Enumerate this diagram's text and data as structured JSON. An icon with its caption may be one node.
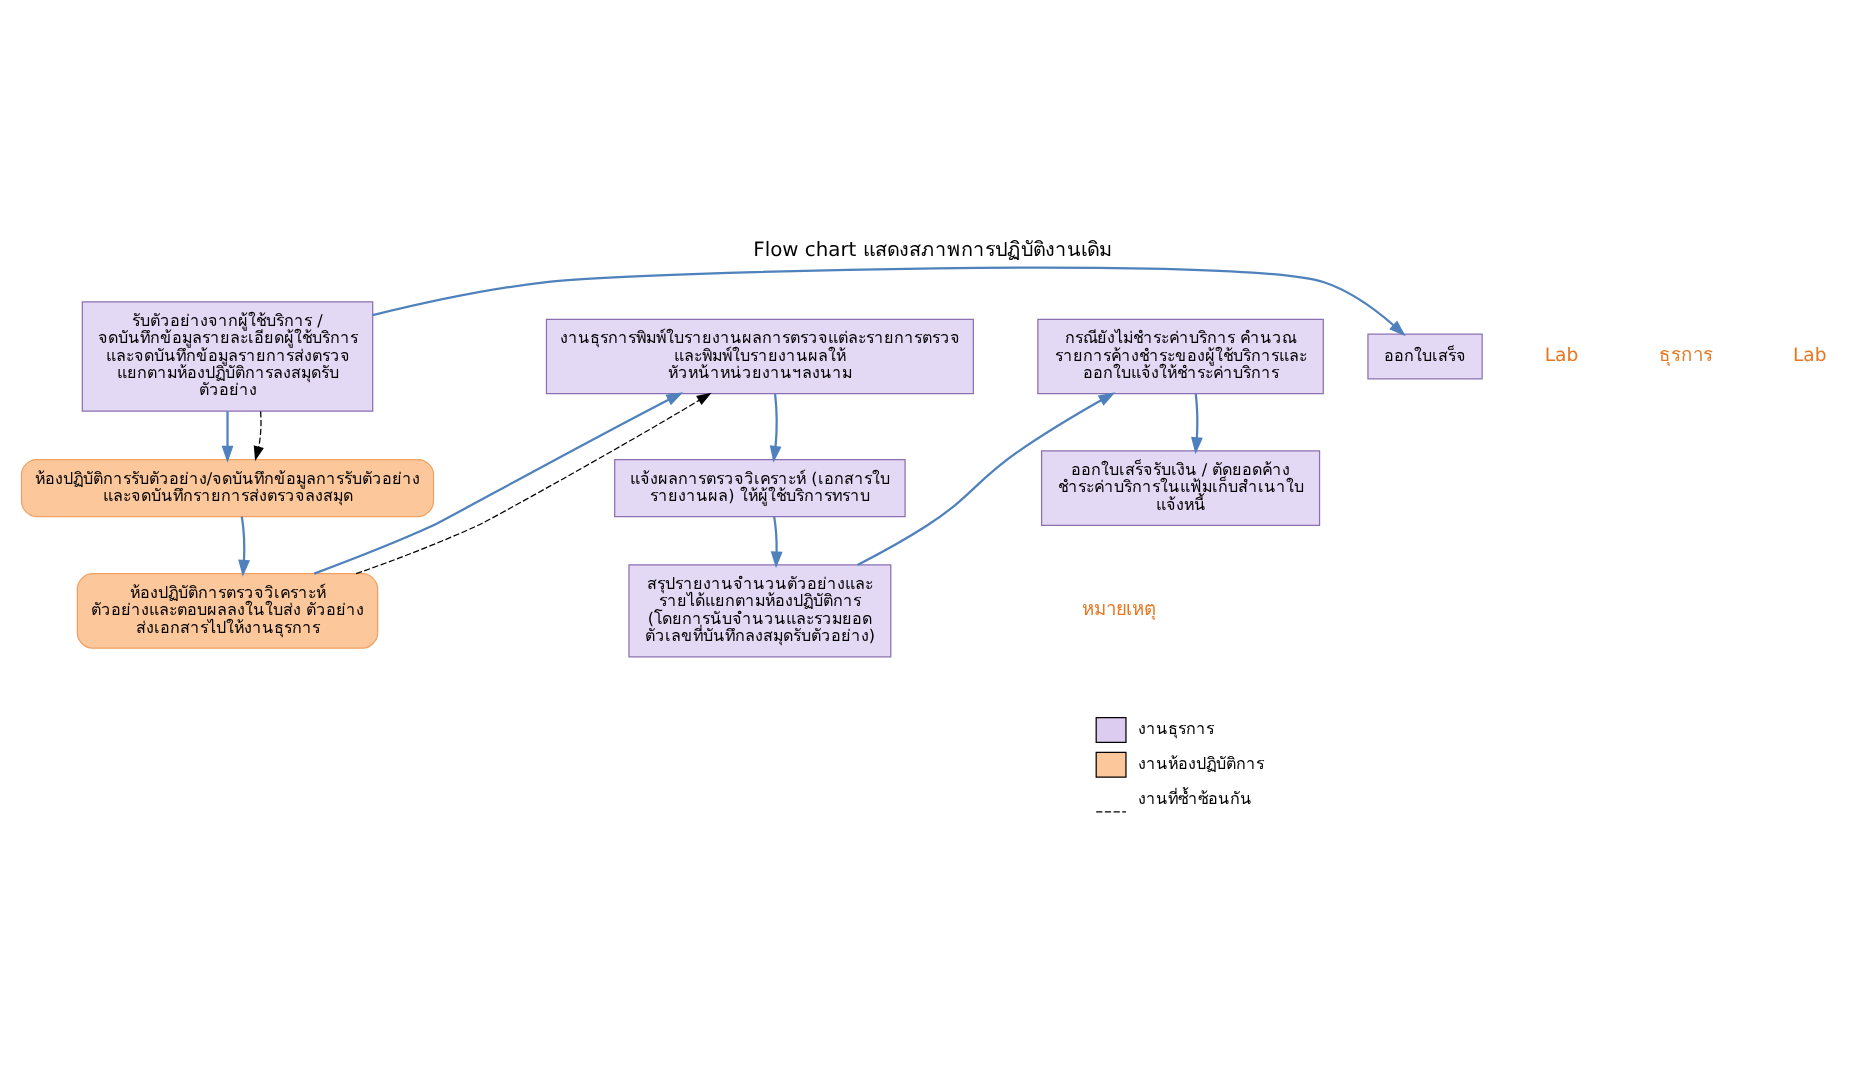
{
  "diagram": {
    "title": "Flow chart แสดงสภาพการปฏิบัติงานเดิม",
    "nodes": [
      {
        "text": [
          "รับตัวอย่างจากผู้ใช้บริการ / จดบันทึกข้อมูลรายละเอียดผู้ใช้บริการ และจดบันทึกข้อมูลรายการส่งตรวจ แยกตามห้องปฏิบัติการลงสมุดรับ ตัวอย่าง"
        ]
      },
      {
        "text": [
          "ออกใบเสร็จ"
        ]
      },
      {
        "text": [
          "ห้องปฏิบัติการรับตัวอย่าง/จดบันทึกข้อมูลการรับตัวอย่าง และจดบันทึกรายการส่งตรวจลงสมุด"
        ]
      },
      {
        "text": [
          "ห้องปฏิบัติการตรวจวิเคราะห์ ตัวอย่างและตอบผลลงในใบส่ง ตัวอย่าง ส่งเอกสารไปให้งานธุรการ"
        ]
      },
      {
        "text": [
          "งานธุรการพิมพ์ใบรายงานผลการตรวจแต่ละรายการตรวจ และพิมพ์ใบรายงานผลให้ หัวหน้าหน่วยงานฯลงนาม"
        ]
      },
      {
        "text": [
          "แจ้งผลการตรวจวิเคราะห์ (เอกสารใบ รายงานผล) ให้ผู้ใช้บริการทราบ"
        ]
      },
      {
        "text": [
          "สรุปรายงานจำนวนตัวอย่างและ รายได้แยกตามห้องปฏิบัติการ (โดยการนับจำนวนและรวมยอด ตัวเลขที่บันทึกลงสมุดรับตัวอย่าง)"
        ]
      },
      {
        "text": [
          "กรณียังไม่ชำระค่าบริการ คำนวณ รายการค้างชำระของผู้ใช้บริการและ ออกใบแจ้งให้ชำระค่าบริการ"
        ]
      },
      {
        "text": [
          "ออกใบเสร็จรับเงิน / ตัดยอดค้าง ชำระค่าบริการในแฟ้มเก็บสำเนาใบ แจ้งหนี้"
        ]
      }
    ],
    "edges": [
      {
        "from": 0,
        "to": 2,
        "arrow": "to"
      },
      {
        "from": 0,
        "to": 2,
        "arrow": "to",
        "style": "dashed",
        "color": "#000000"
      },
      {
        "from": 0,
        "to": 1,
        "arrow": "to"
      },
      {
        "from": 2,
        "to": 3,
        "arrow": "to"
      },
      {
        "from": 3,
        "to": 4,
        "arrow": "to"
      },
      {
        "from": 3,
        "to": 4,
        "arrow": "to",
        "style": "dashed",
        "color": "#000000"
      },
      {
        "from": 4,
        "to": 5,
        "arrow": "to"
      },
      {
        "from": 5,
        "to": 6,
        "arrow": "to"
      },
      {
        "from": 6,
        "to": 7,
        "arrow": "to"
      },
      {
        "from": 7,
        "to": 8,
        "arrow": "to"
      }
    ],
    "labels": [
      "Lab",
      "ธุรการ",
      "Lab",
      "หมายเหตุ"
    ],
    "legend": [
      {
        "text": "งานธุรการ",
        "color": "#dccdf0"
      },
      {
        "text": "งานห้องปฏิบัติการ",
        "color": "#fcc89b"
      },
      {
        "text": "งานที่ซ้ำซ้อนกัน"
      }
    ]
  }
}
